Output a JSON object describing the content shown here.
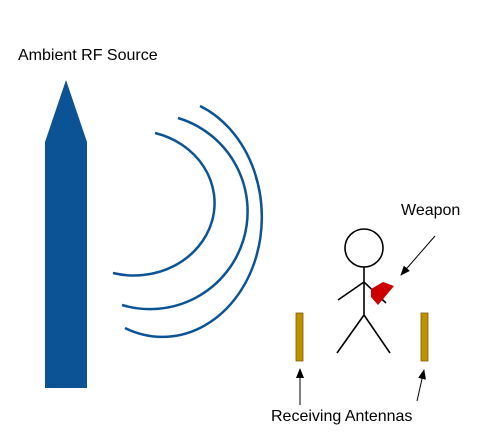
{
  "labels": {
    "rf_source": "Ambient RF Source",
    "weapon": "Weapon",
    "antennas": "Receiving Antennas"
  },
  "colors": {
    "tower": "#0b5394",
    "waves": "#0b5394",
    "weapon": "#cc0000",
    "antenna": "#bf9000",
    "antenna_stroke": "#7f6000",
    "figure": "#000000"
  },
  "icons": {
    "tower": "rf-tower-icon",
    "waves": "radio-wave-icon",
    "person": "stick-figure-icon",
    "weapon": "weapon-icon",
    "antenna": "antenna-icon"
  }
}
